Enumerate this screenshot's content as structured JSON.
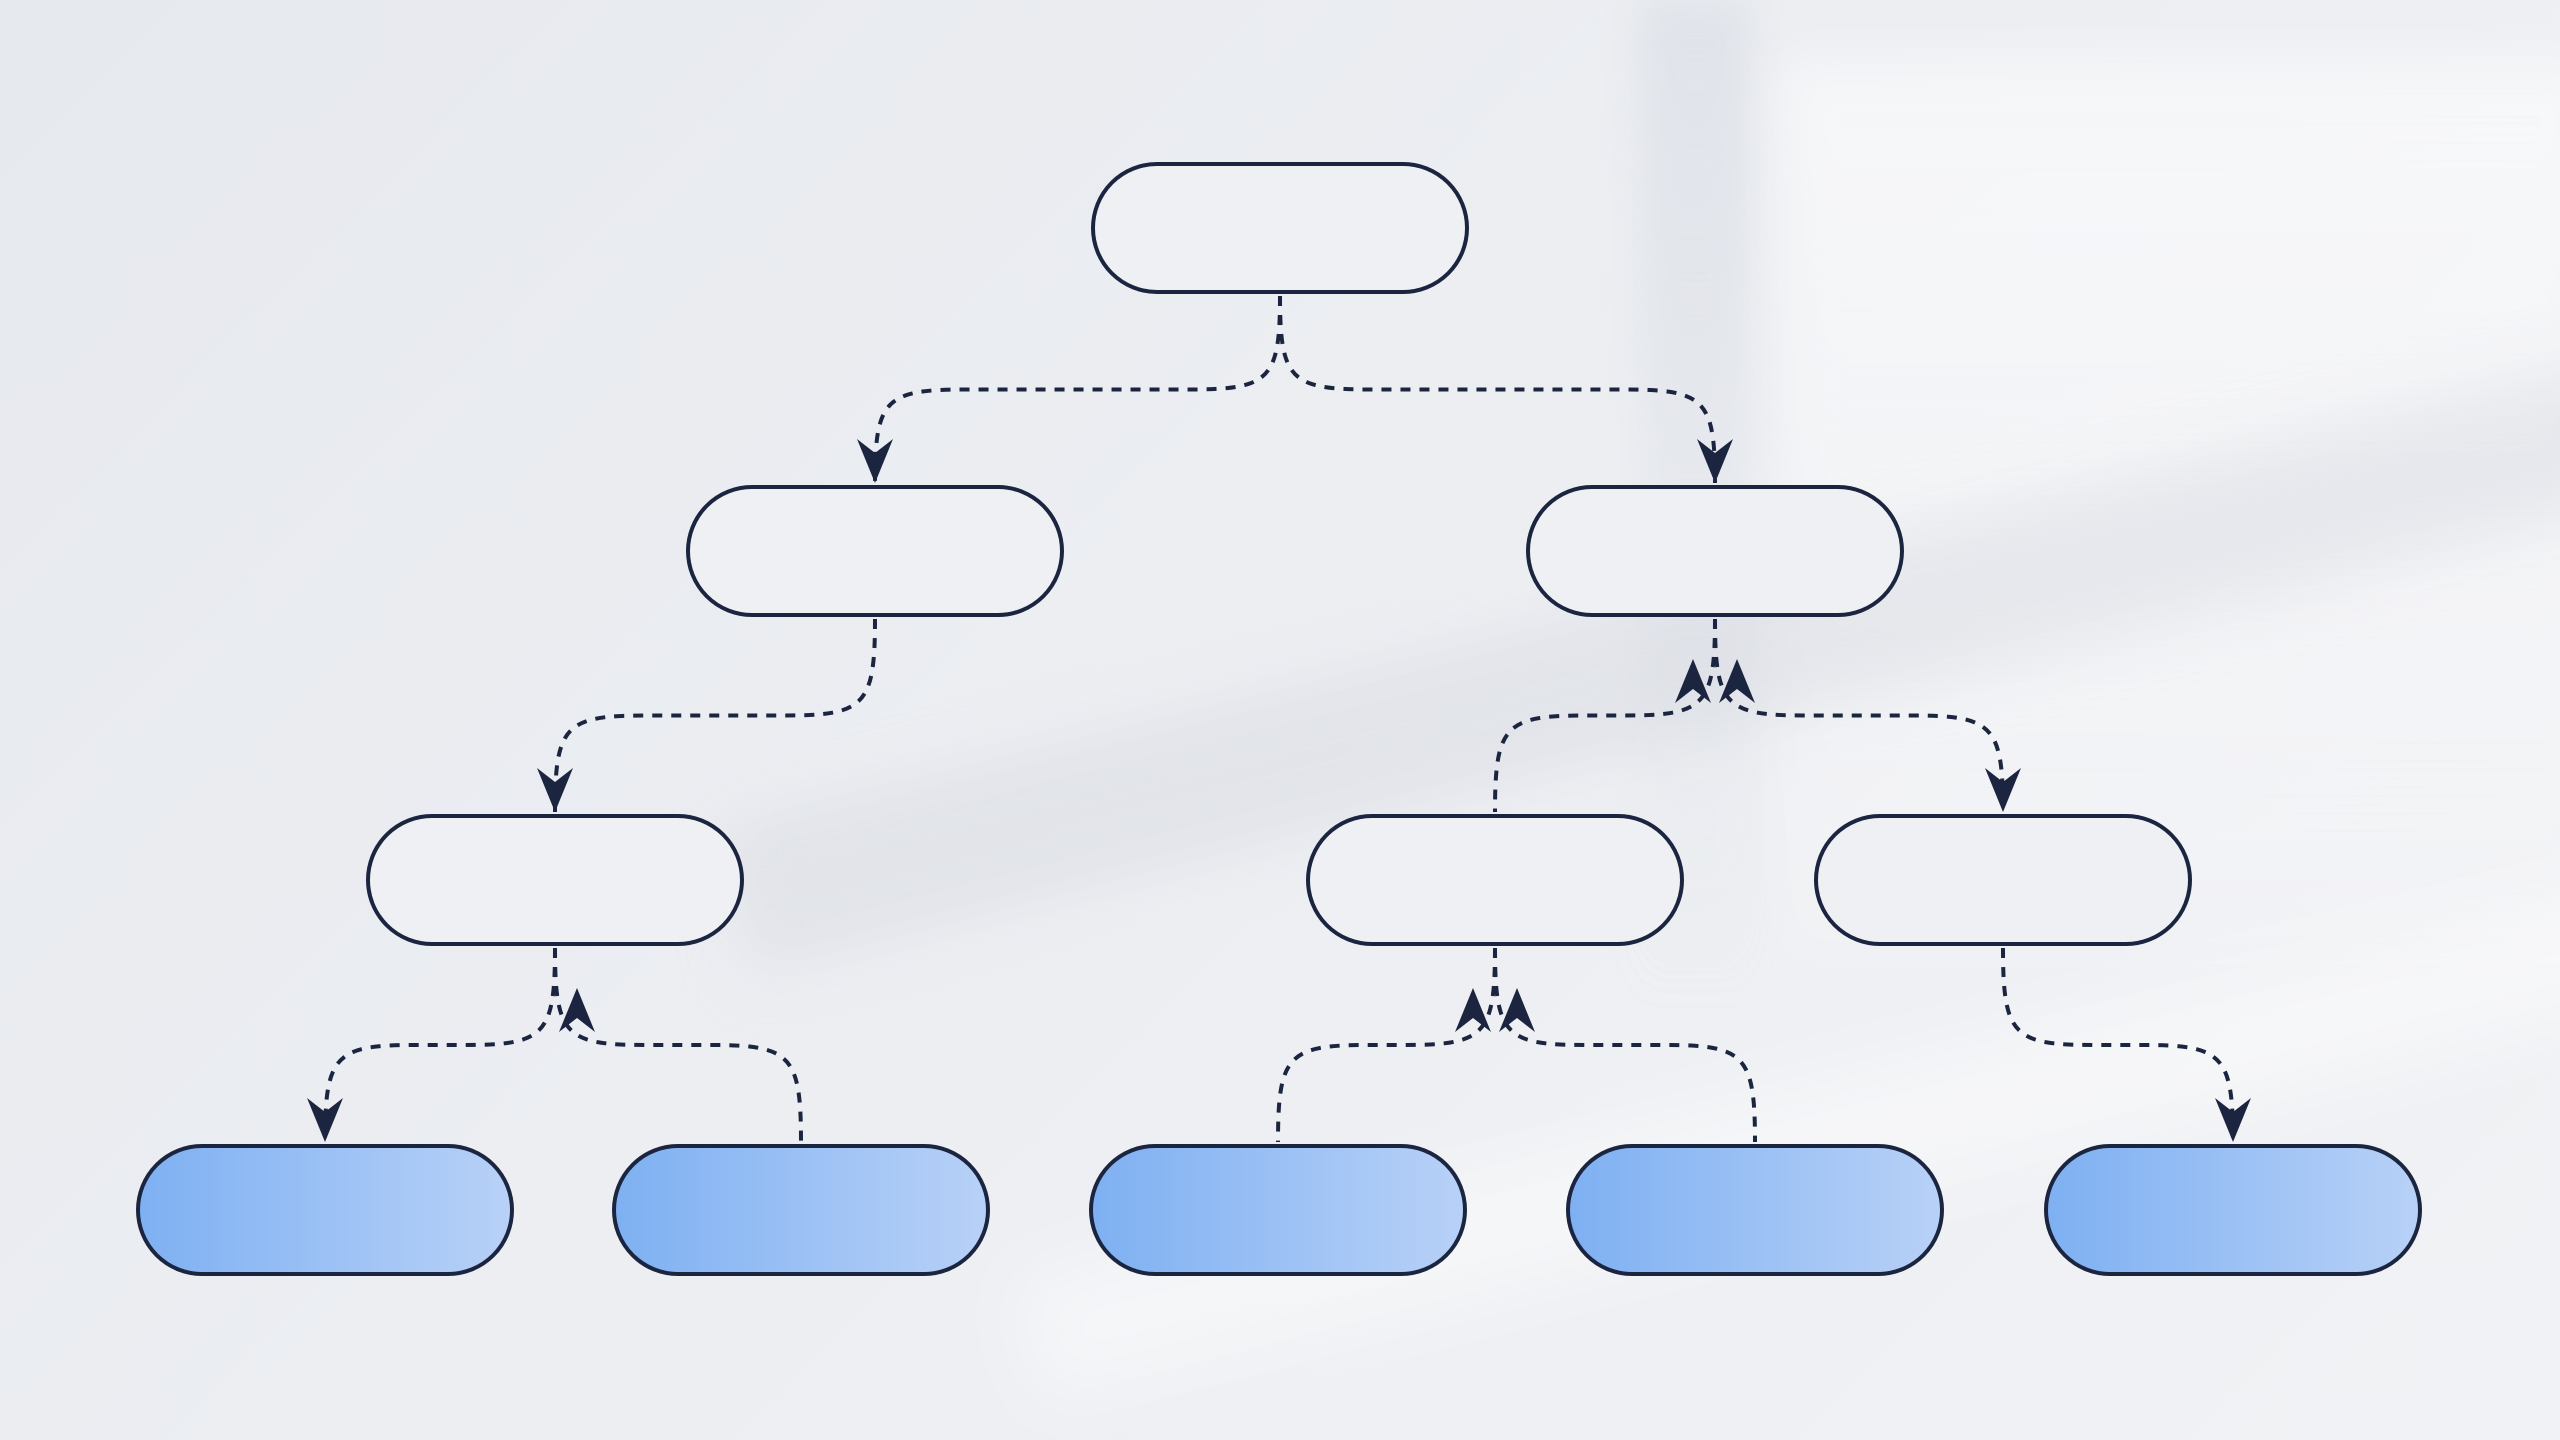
{
  "colors": {
    "stroke": "#1b2540",
    "node_fill": "#eef0f3",
    "leaf_fill_start": "#7eb0f2",
    "leaf_fill_end": "#b8d1f7"
  },
  "nodes": [
    {
      "id": "root",
      "label": ""
    },
    {
      "id": "left",
      "label": ""
    },
    {
      "id": "right",
      "label": ""
    },
    {
      "id": "left-child",
      "label": ""
    },
    {
      "id": "right-child-a",
      "label": ""
    },
    {
      "id": "right-child-b",
      "label": ""
    },
    {
      "id": "leaf-1",
      "label": ""
    },
    {
      "id": "leaf-2",
      "label": ""
    },
    {
      "id": "leaf-3",
      "label": ""
    },
    {
      "id": "leaf-4",
      "label": ""
    },
    {
      "id": "leaf-5",
      "label": ""
    }
  ],
  "edges": [
    {
      "from": "root",
      "to": "left",
      "direction": "forward"
    },
    {
      "from": "root",
      "to": "right",
      "direction": "forward"
    },
    {
      "from": "left",
      "to": "left-child",
      "direction": "forward"
    },
    {
      "from": "right-child-a",
      "to": "right",
      "direction": "forward"
    },
    {
      "from": "right",
      "to": "right-child-b",
      "direction": "both"
    },
    {
      "from": "left-child",
      "to": "leaf-1",
      "direction": "forward"
    },
    {
      "from": "leaf-2",
      "to": "left-child",
      "direction": "forward"
    },
    {
      "from": "leaf-3",
      "to": "right-child-a",
      "direction": "forward"
    },
    {
      "from": "leaf-4",
      "to": "right-child-a",
      "direction": "forward"
    },
    {
      "from": "right-child-b",
      "to": "leaf-5",
      "direction": "forward"
    }
  ]
}
